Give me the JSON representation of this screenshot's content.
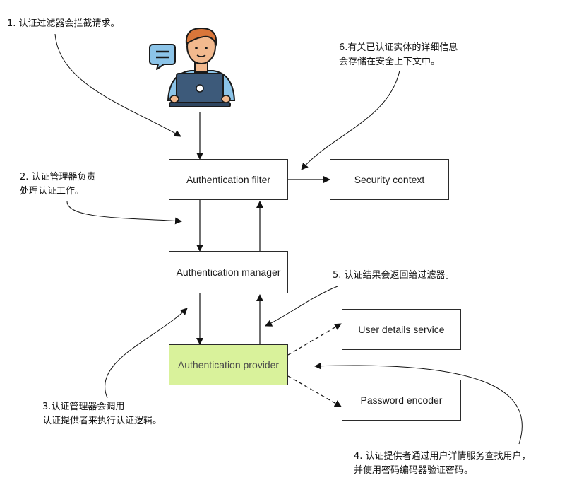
{
  "boxes": {
    "filter": "Authentication filter",
    "security_context": "Security context",
    "manager": "Authentication manager",
    "provider": "Authentication provider",
    "user_details": "User details service",
    "password_encoder": "Password encoder"
  },
  "notes": {
    "n1": "1. 认证过滤器会拦截请求。",
    "n2_line1": "2. 认证管理器负责",
    "n2_line2": "处理认证工作。",
    "n3_line1": "3.认证管理器会调用",
    "n3_line2": "认证提供者来执行认证逻辑。",
    "n4_line1": "4. 认证提供者通过用户详情服务查找用户，",
    "n4_line2": "并使用密码编码器验证密码。",
    "n5": "5. 认证结果会返回给过滤器。",
    "n6_line1": "6.有关已认证实体的详细信息",
    "n6_line2": "会存储在安全上下文中。"
  },
  "colors": {
    "provider_fill": "#d9f29b",
    "avatar_skin": "#f2b98e",
    "avatar_hair": "#d9763a",
    "avatar_shirt": "#8cc4e8",
    "laptop": "#3d5a7a",
    "chat_bubble": "#8cc4e8"
  }
}
